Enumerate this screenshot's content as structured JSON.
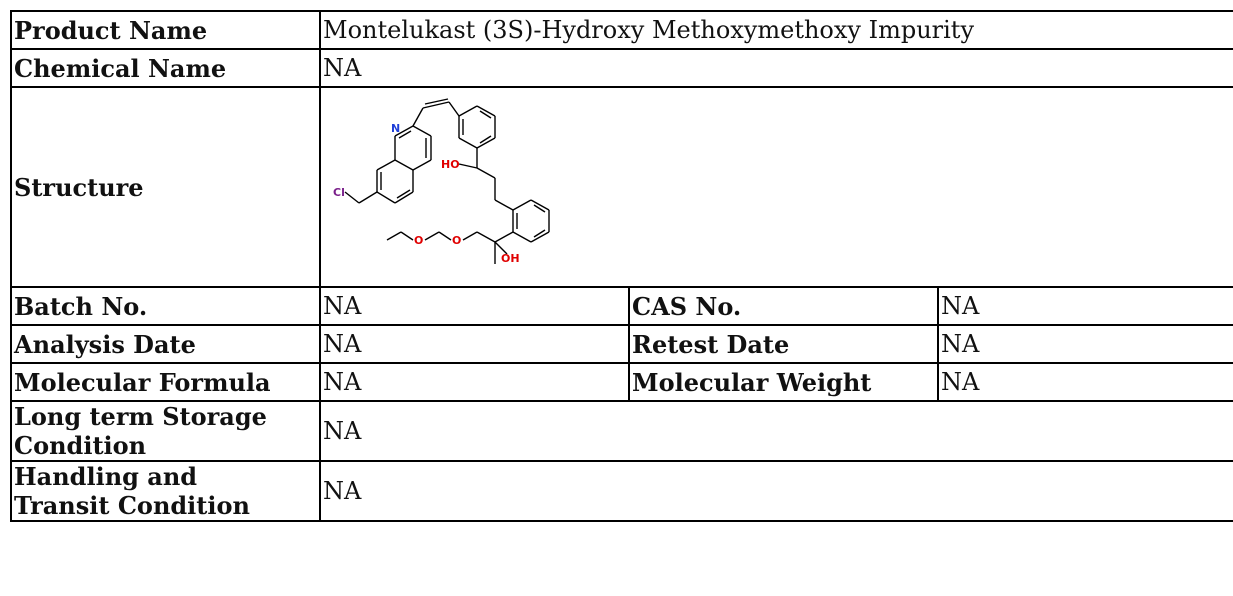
{
  "rows": {
    "product_name": {
      "label": "Product Name",
      "value": "Montelukast (3S)-Hydroxy Methoxymethoxy Impurity"
    },
    "chemical_name": {
      "label": "Chemical Name",
      "value": "NA"
    },
    "structure": {
      "label": "Structure",
      "atoms": {
        "n": "N",
        "cl": "Cl",
        "ho": "HO",
        "oh": "OH",
        "o1": "O",
        "o2": "O"
      }
    },
    "batch_no": {
      "label": "Batch No.",
      "value": "NA"
    },
    "cas_no": {
      "label": "CAS No.",
      "value": "NA"
    },
    "analysis_date": {
      "label": "Analysis Date",
      "value": "NA"
    },
    "retest_date": {
      "label": "Retest Date",
      "value": "NA"
    },
    "molecular_formula": {
      "label": "Molecular Formula",
      "value": "NA"
    },
    "molecular_weight": {
      "label": "Molecular Weight",
      "value": "NA"
    },
    "long_term_storage": {
      "label_line1": "Long term Storage",
      "label_line2": "Condition",
      "value": "NA"
    },
    "handling_transit": {
      "label_line1": "Handling and",
      "label_line2": "Transit Condition",
      "value": "NA"
    }
  },
  "colors": {
    "nitrogen": "#1f3fd8",
    "oxygen": "#e00000",
    "chlorine": "#7a1f8a",
    "bond": "#000000"
  }
}
